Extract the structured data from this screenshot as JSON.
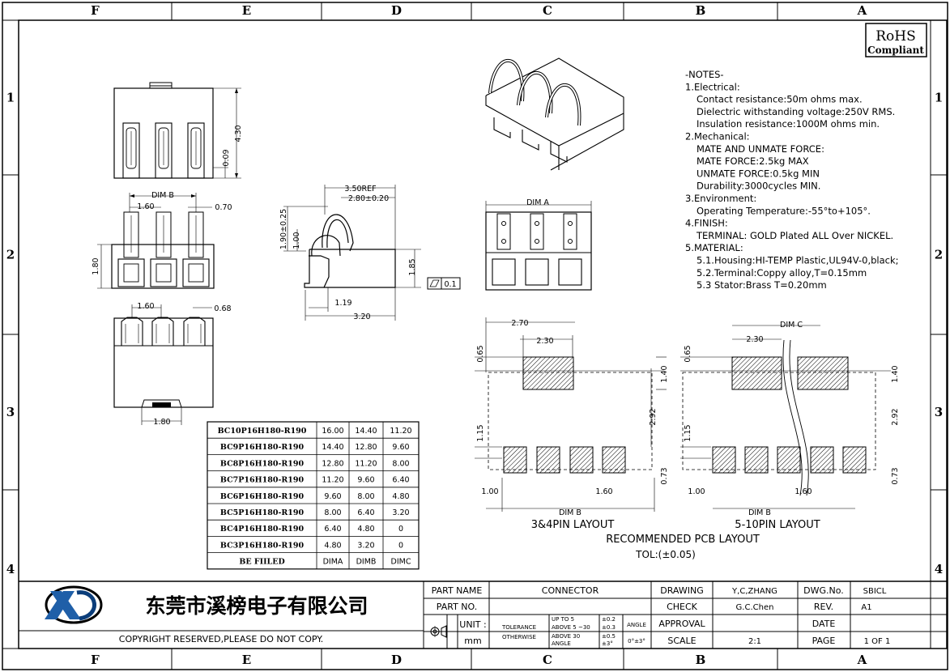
{
  "frame": {
    "col_letters": [
      "F",
      "E",
      "D",
      "C",
      "B",
      "A"
    ],
    "row_numbers": [
      "1",
      "2",
      "3",
      "4"
    ]
  },
  "rohs": {
    "line1": "RoHS",
    "line2": "Compliant"
  },
  "notes": {
    "lines": [
      "-NOTES-",
      "1.Electrical:",
      "Contact resistance:50m ohms max.",
      "Dielectric withstanding voltage:250V RMS.",
      "Insulation resistance:1000M ohms min.",
      "2.Mechanical:",
      "MATE AND UNMATE FORCE:",
      "MATE FORCE:2.5kg MAX",
      "UNMATE FORCE:0.5kg MIN",
      "Durability:3000cycles MIN.",
      "3.Environment:",
      "Operating Temperature:-55°to+105°.",
      "4.FINISH:",
      "TERMINAL: GOLD Plated ALL Over NICKEL.",
      "5.MATERIAL:",
      "5.1.Housing:HI-TEMP Plastic,UL94V-0,black;",
      "5.2.Terminal:Coppy alloy,T=0.15mm",
      "5.3 Stator:Brass   T=0.20mm"
    ],
    "indent": [
      false,
      false,
      true,
      true,
      true,
      false,
      true,
      true,
      true,
      true,
      false,
      true,
      false,
      true,
      false,
      true,
      true,
      true
    ]
  },
  "dims": {
    "d430": "4.30",
    "d009": "0.09",
    "dimb_top": "DIM B",
    "d160a": "1.60",
    "d070": "0.70",
    "d180v": "1.80",
    "d160b": "1.60",
    "d068": "0.68",
    "d180h": "1.80",
    "d350": "3.50REF",
    "d280": "2.80±0.20",
    "d190": "1.90±0.25",
    "d100": "1.00",
    "d185": "1.85",
    "d119": "1.19",
    "d320": "3.20",
    "flat": "0.1",
    "dima": "DIM A",
    "l_270": "2.70",
    "l_230": "2.30",
    "l_065": "0.65",
    "l_140": "1.40",
    "l_292": "2.92",
    "l_115": "1.15",
    "l_073": "0.73",
    "l_100": "1.00",
    "l_160": "1.60",
    "l_dimb": "DIM B",
    "r_dimc": "DIM C",
    "r_230": "2.30",
    "r_065": "0.65",
    "r_140": "1.40",
    "r_292": "2.92",
    "r_115": "1.15",
    "r_073": "0.73",
    "r_100": "1.00",
    "r_160": "1.60",
    "r_dimb": "DIM B"
  },
  "layout_titles": {
    "left": "3&4PIN LAYOUT",
    "right": "5-10PIN LAYOUT",
    "main": "RECOMMENDED PCB LAYOUT",
    "tol": "TOL:(±0.05)"
  },
  "table": {
    "rows": [
      [
        "BC10P16H180-R190",
        "16.00",
        "14.40",
        "11.20"
      ],
      [
        "BC9P16H180-R190",
        "14.40",
        "12.80",
        "9.60"
      ],
      [
        "BC8P16H180-R190",
        "12.80",
        "11.20",
        "8.00"
      ],
      [
        "BC7P16H180-R190",
        "11.20",
        "9.60",
        "6.40"
      ],
      [
        "BC6P16H180-R190",
        "9.60",
        "8.00",
        "4.80"
      ],
      [
        "BC5P16H180-R190",
        "8.00",
        "6.40",
        "3.20"
      ],
      [
        "BC4P16H180-R190",
        "6.40",
        "4.80",
        "0"
      ],
      [
        "BC3P16H180-R190",
        "4.80",
        "3.20",
        "0"
      ],
      [
        "BE FIILED",
        "DIMA",
        "DIMB",
        "DIMC"
      ]
    ]
  },
  "title_block": {
    "company": "东莞市溪榜电子有限公司",
    "copyright": "COPYRIGHT RESERVED,PLEASE DO NOT COPY.",
    "part_name_label": "PART NAME",
    "part_name": "CONNECTOR",
    "part_no_label": "PART NO.",
    "part_no": "",
    "unit_label": "UNIT :",
    "unit": "mm",
    "tol_label1": "TOLERANCE",
    "tol_label2": "OTHERWISE",
    "tol_r1": "UP TO 5",
    "tol_v1": "±0.2",
    "tol_r2": "ABOVE 5 ~30",
    "tol_v2": "±0.3",
    "tol_r3": "ABOVE 30",
    "tol_v3": "±0.5",
    "tol_r4": "ANGLE",
    "tol_v4": "±3°",
    "angle_label": "ANGLE",
    "angle_val": "0°±3°",
    "drawing_label": "DRAWING",
    "drawing": "Y,C,ZHANG",
    "check_label": "CHECK",
    "check": "G.C.Chen",
    "approval_label": "APPROVAL",
    "approval": "",
    "scale_label": "SCALE",
    "scale": "2:1",
    "dwgno_label": "DWG.No.",
    "dwgno": "SBICL",
    "rev_label": "REV.",
    "rev": "A1",
    "date_label": "DATE",
    "date": "",
    "page_label": "PAGE",
    "page": "1 OF 1"
  }
}
